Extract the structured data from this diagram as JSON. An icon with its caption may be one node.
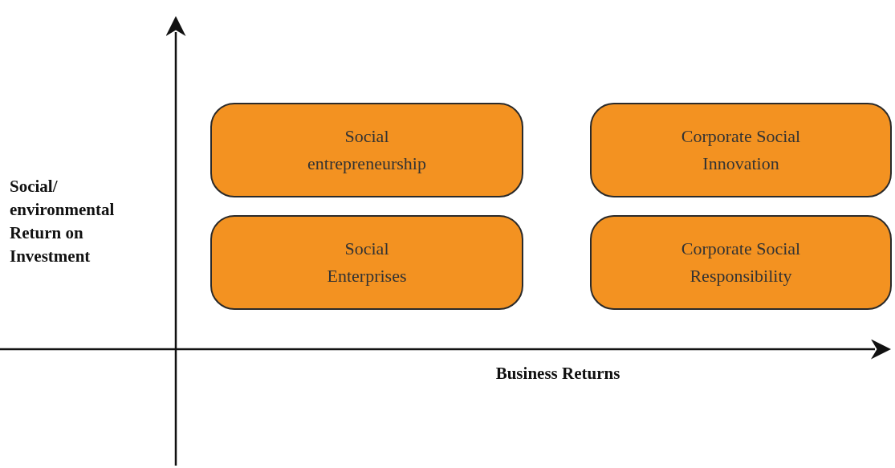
{
  "diagram": {
    "nodes": [
      {
        "text": [
          "Social entrepreneurship"
        ]
      },
      {
        "text": [
          "Corporate Social Innovation"
        ]
      },
      {
        "text": [
          "Social Enterprises"
        ]
      },
      {
        "text": [
          "Corporate Social Responsibility"
        ]
      }
    ],
    "labels": [
      "Social/ environmental Return on Investment",
      "Business Returns"
    ]
  }
}
